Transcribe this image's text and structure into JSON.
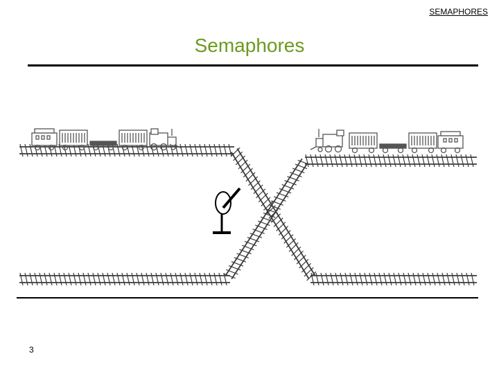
{
  "header": {
    "label": "SEMAPHORES"
  },
  "slide": {
    "title": "Semaphores",
    "page_number": "3"
  },
  "diagram": {
    "track_color": "#3a3a3a",
    "train_color": "#555555",
    "semaphore_color": "#000000",
    "icons": [
      "train-left-icon",
      "train-right-icon",
      "semaphore-signal-icon"
    ]
  }
}
